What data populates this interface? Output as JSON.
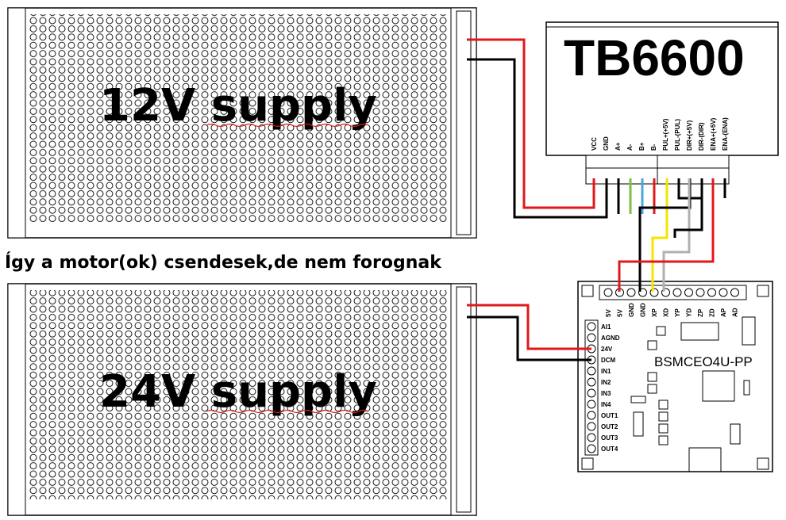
{
  "supplies": [
    {
      "label": "12V supply"
    },
    {
      "label": "24V supply"
    }
  ],
  "caption": "Így a motor(ok) csendesek,de nem forognak",
  "driver": {
    "title": "TB6600",
    "pins": [
      "VCC",
      "GND",
      "A+",
      "A-",
      "B+",
      "B-",
      "PUL+(+5V)",
      "PUL-(PUL)",
      "DIR+(+5V)",
      "DIR-(DIR)",
      "ENA+(+5V)",
      "ENA-(ENA)"
    ]
  },
  "controller": {
    "title": "BSMCEO4U-PP",
    "top_pins": [
      "5V",
      "5V",
      "GND",
      "GND",
      "XP",
      "XD",
      "YP",
      "YD",
      "ZP",
      "ZD",
      "AP",
      "AD"
    ],
    "side_pins": [
      "AI1",
      "AGND",
      "24V",
      "DCM",
      "IN1",
      "IN2",
      "IN3",
      "IN4",
      "OUT1",
      "OUT2",
      "OUT3",
      "OUT4"
    ]
  },
  "wire_colors": {
    "positive": "#e0181b",
    "negative": "#000000",
    "green": "#7ac143",
    "blue": "#4fa3e0",
    "yellow": "#f5e400",
    "gray": "#b0b0b0"
  }
}
